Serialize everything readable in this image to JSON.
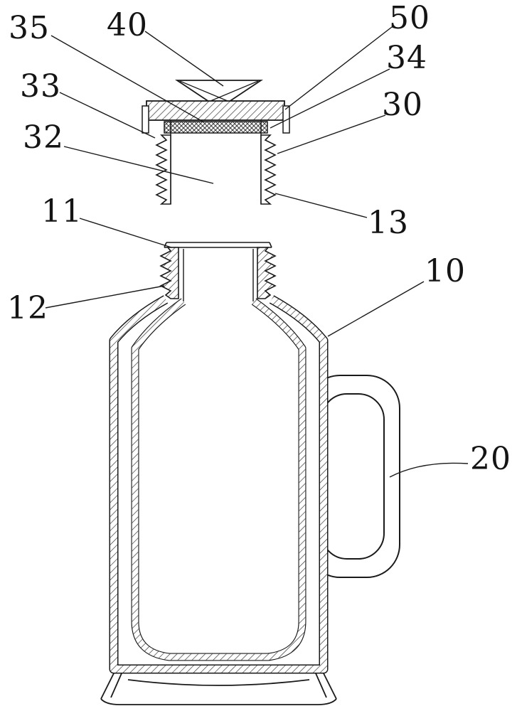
{
  "figure": {
    "kind": "patent-style sectional line drawing (vacuum flask with screw cap assembly)",
    "background_color": "#ffffff",
    "line_color": "#1a1a1a"
  },
  "labels": [
    {
      "text": "35"
    },
    {
      "text": "40"
    },
    {
      "text": "50"
    },
    {
      "text": "34"
    },
    {
      "text": "33"
    },
    {
      "text": "30"
    },
    {
      "text": "32"
    },
    {
      "text": "13"
    },
    {
      "text": "11"
    },
    {
      "text": "12"
    },
    {
      "text": "10"
    },
    {
      "text": "20"
    }
  ]
}
